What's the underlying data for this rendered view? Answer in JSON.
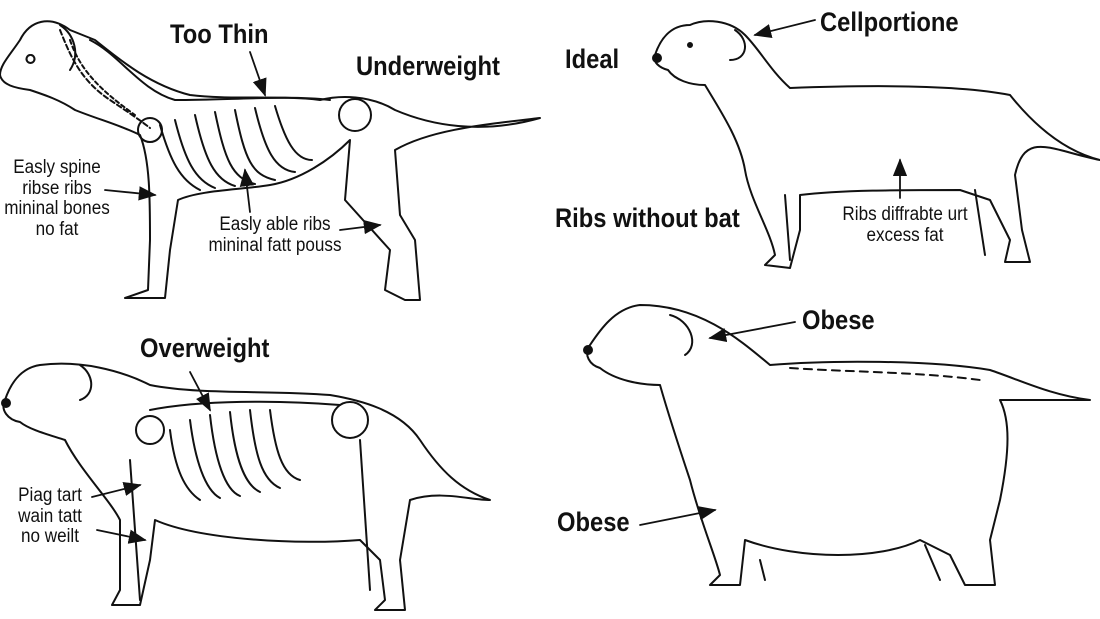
{
  "panels": {
    "underweight": {
      "title": "Too Thin",
      "subtitle": "Underweight",
      "note_left": [
        "Easly spine",
        "ribse ribs",
        "mininal bones",
        "no fat"
      ],
      "note_center": [
        "Easly able ribs",
        "mininal fatt pouss"
      ]
    },
    "ideal": {
      "title": "Ideal",
      "pointer_label": "Cellportione",
      "subtitle": "Ribs without bat",
      "note": [
        "Ribs diffrabte urt",
        "excess fat"
      ]
    },
    "overweight": {
      "title": "Overweight",
      "note": [
        "Piag tart",
        "wain tatt",
        "no weilt"
      ]
    },
    "obese": {
      "title": "Obese",
      "side_label": "Obese"
    }
  },
  "colors": {
    "line": "#111111",
    "background": "#ffffff"
  }
}
